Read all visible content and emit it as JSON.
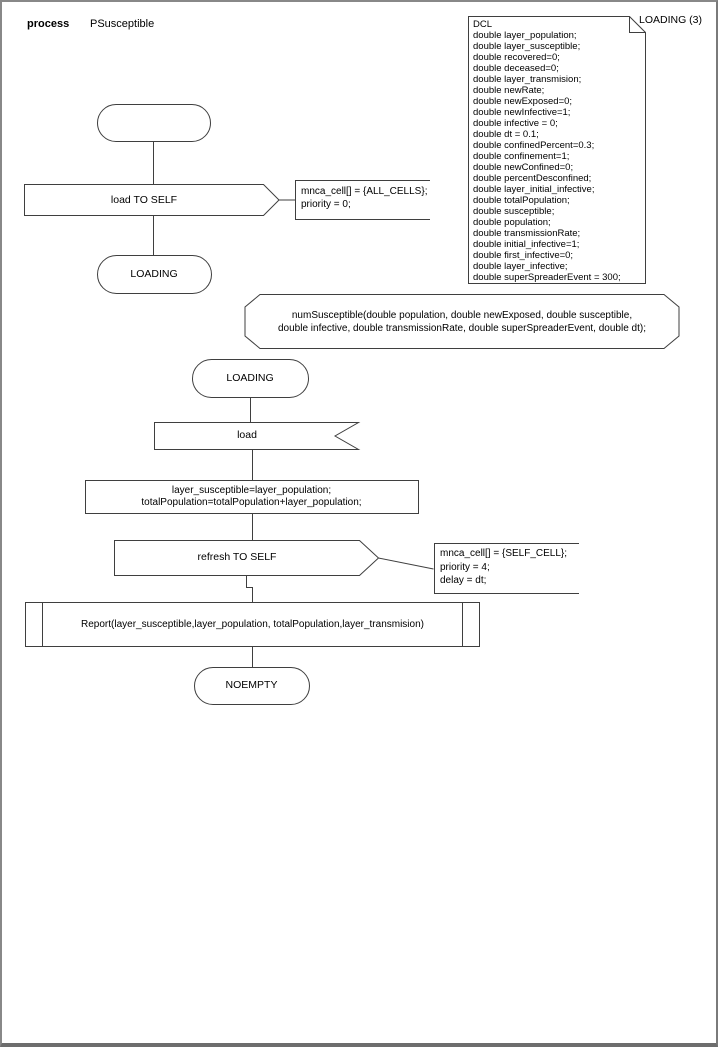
{
  "header": {
    "kind_label": "process",
    "name_label": "PSusceptible"
  },
  "dcl": {
    "anchor_label": "LOADING (3)",
    "lines": [
      "DCL",
      "double layer_population;",
      "double layer_susceptible;",
      "double recovered=0;",
      "double deceased=0;",
      "double layer_transmision;",
      "double newRate;",
      "double newExposed=0;",
      "double newInfective=1;",
      "double infective = 0;",
      "double dt = 0.1;",
      "double confinedPercent=0.3;",
      "double confinement=1;",
      "double newConfined=0;",
      "double percentDesconfined;",
      "double layer_initial_infective;",
      "double totalPopulation;",
      "double susceptible;",
      "double population;",
      "double transmissionRate;",
      "double initial_infective=1;",
      "double first_infective=0;",
      "double layer_infective;",
      "double superSpreaderEvent = 300;"
    ]
  },
  "start_branch": {
    "output_label": "load TO SELF",
    "comment_lines": [
      "mnca_cell[] = {ALL_CELLS};",
      "priority = 0;"
    ],
    "state_label": "LOADING"
  },
  "procedure_decl": {
    "lines": [
      "numSusceptible(double population, double newExposed, double susceptible,",
      "double infective, double transmissionRate, double superSpreaderEvent, double dt);"
    ]
  },
  "main_branch": {
    "state_label": "LOADING",
    "input_label": "load",
    "task_lines": [
      "layer_susceptible=layer_population;",
      "totalPopulation=totalPopulation+layer_population;"
    ],
    "output_label": "refresh TO SELF",
    "comment_lines": [
      "mnca_cell[] = {SELF_CELL};",
      "priority = 4;",
      "delay = dt;"
    ],
    "procedure_call_label": "Report(layer_susceptible,layer_population, totalPopulation,layer_transmision)",
    "end_state_label": "NOEMPTY"
  },
  "colors": {
    "stroke": "#3f3f3f",
    "page_border": "#888888"
  }
}
